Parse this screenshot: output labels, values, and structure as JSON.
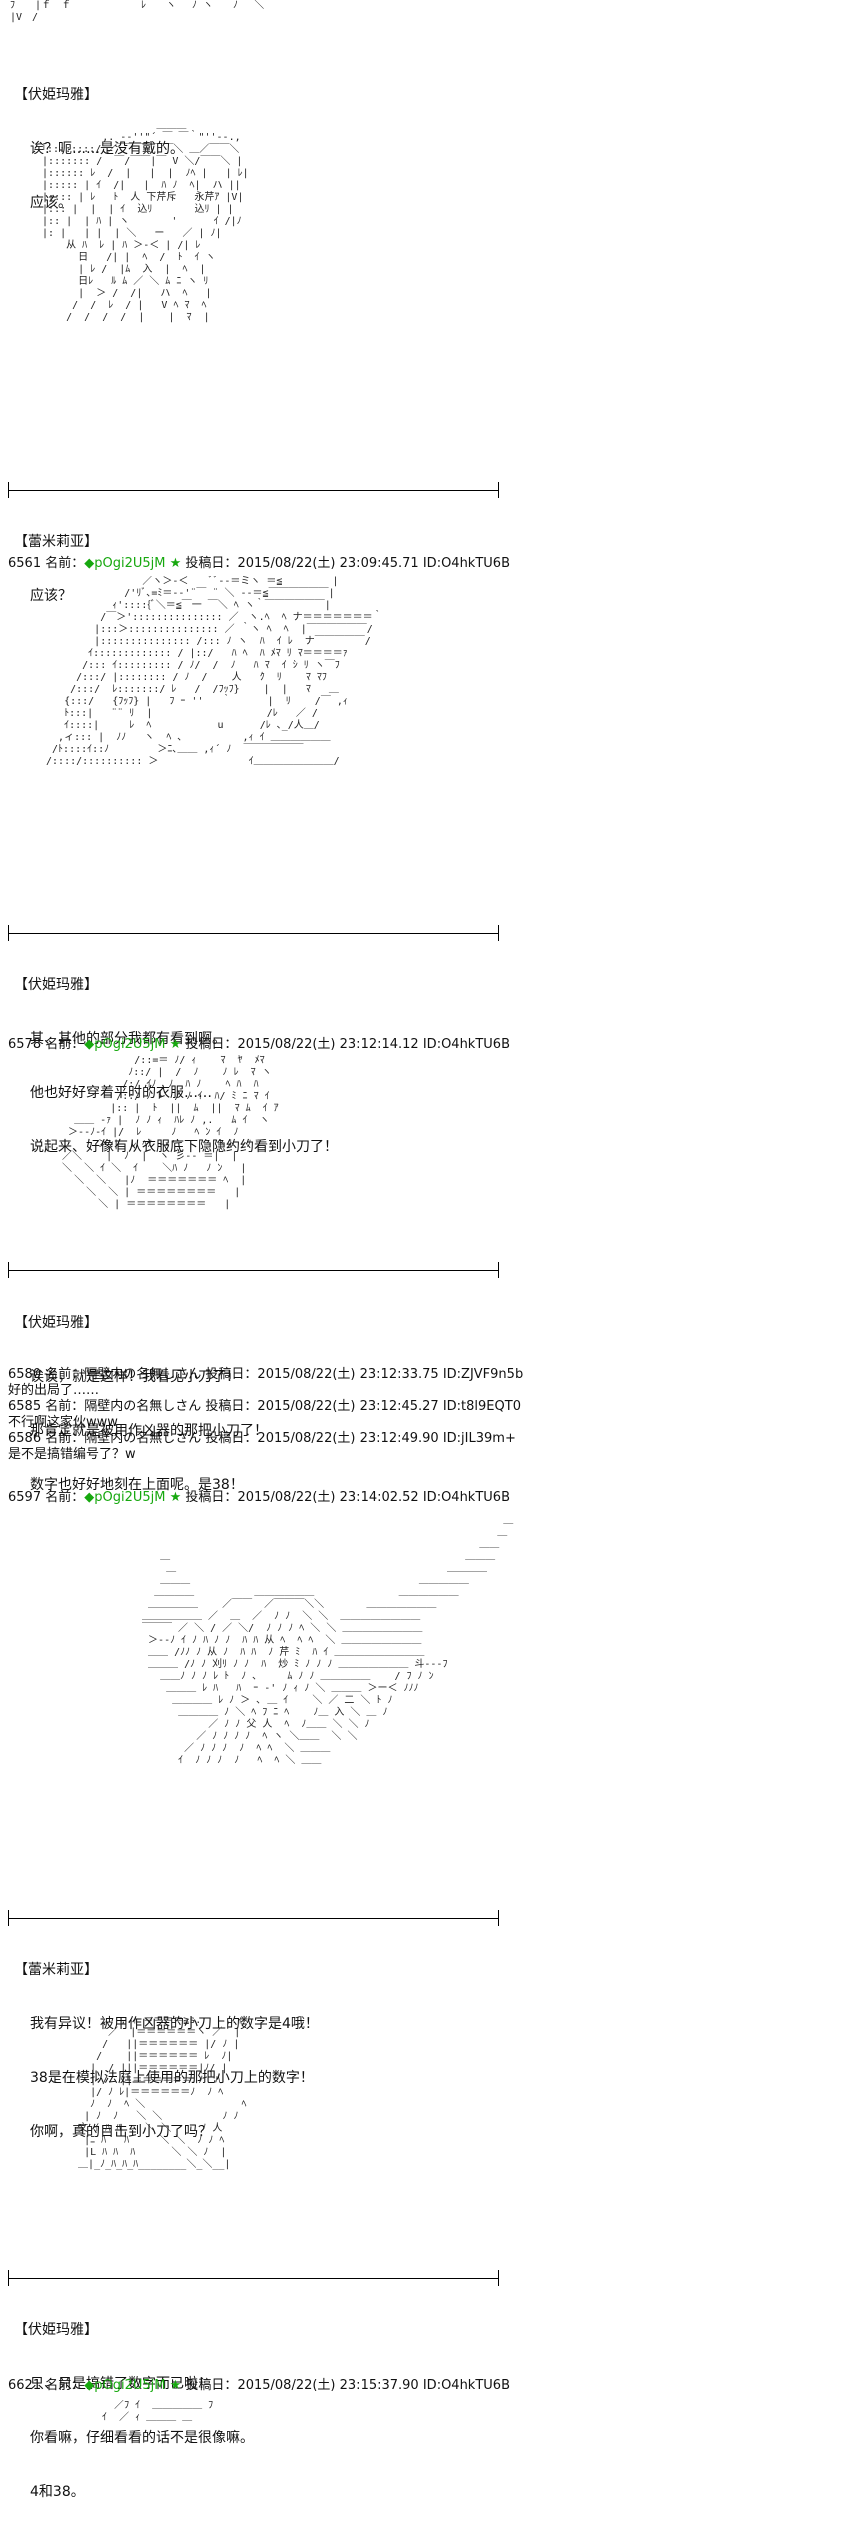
{
  "top_fragment": "ﾌ　　|ｆ　ｆ　　　　　　　ﾚ　　ヽ　 ﾉ ヽ　　ﾉ　 ＼",
  "top_fragment2": "|V　/",
  "blocks": [
    {
      "speaker": "【伏姫玛雅】",
      "lines": [
        "诶？呃……是没有戴的。",
        "应该。"
      ]
    },
    {
      "speaker": "【蕾米莉亚】",
      "lines": [
        "应该？"
      ]
    },
    {
      "speaker": "【伏姫玛雅】",
      "lines": [
        "其、其他的部分我都有看到啊。",
        "他也好好穿着平时的衣服……",
        "说起来、好像有从衣服底下隐隐约约看到小刀了！"
      ]
    },
    {
      "speaker": "【伏姫玛雅】",
      "lines": [
        "诶诶，就是这样！我看见小刀了！",
        "那肯定就是被用作凶器的那把小刀了！",
        "数字也好好地刻在上面呢。是38！"
      ]
    },
    {
      "speaker": "【蕾米莉亚】",
      "lines": [
        "我有异议！被用作凶器的小刀上的数字是4哦！",
        "38是在模拟法庭上使用的那把小刀上的数字！",
        "你啊，真的目击到小刀了吗？"
      ]
    },
    {
      "speaker": "【伏姫玛雅】",
      "lines": [
        "只、只是搞错了数字而已啦！",
        "你看嘛，仔细看看的话不是很像嘛。",
        "4和38。"
      ]
    }
  ],
  "posts": [
    {
      "num": "6561",
      "label": "名前：",
      "name": "◆pOgi2U5jM ★",
      "date_label": "投稿日：",
      "date": "2015/08/22(土) 23:09:45.71",
      "id": "ID:O4hkTU6B"
    },
    {
      "num": "6578",
      "label": "名前：",
      "name": "◆pOgi2U5jM ★",
      "date_label": "投稿日：",
      "date": "2015/08/22(土) 23:12:14.12",
      "id": "ID:O4hkTU6B"
    },
    {
      "num": "6580",
      "label": "名前：",
      "name": "隔壁内の名無しさん",
      "date_label": "投稿日：",
      "date": "2015/08/22(土) 23:12:33.75",
      "id": "ID:ZJVF9n5b",
      "body": "好的出局了……"
    },
    {
      "num": "6585",
      "label": "名前：",
      "name": "隔壁内の名無しさん",
      "date_label": "投稿日：",
      "date": "2015/08/22(土) 23:12:45.27",
      "id": "ID:t8l9EQT0",
      "body": "不行啊这家伙www"
    },
    {
      "num": "6586",
      "label": "名前：",
      "name": "隔壁内の名無しさん",
      "date_label": "投稿日：",
      "date": "2015/08/22(土) 23:12:49.90",
      "id": "ID:jIL39m+",
      "body": "是不是搞错编号了？w"
    },
    {
      "num": "6597",
      "label": "名前：",
      "name": "◆pOgi2U5jM ★",
      "date_label": "投稿日：",
      "date": "2015/08/22(土) 23:14:02.52",
      "id": "ID:O4hkTU6B"
    },
    {
      "num": "6621",
      "label": "名前：",
      "name": "◆pOgi2U5jM ★",
      "date_label": "投稿日：",
      "date": "2015/08/22(土) 23:15:37.90",
      "id": "ID:O4hkTU6B"
    }
  ],
  "colors": {
    "trip": "#17a80f",
    "text": "#111111",
    "rule": "#000000"
  }
}
